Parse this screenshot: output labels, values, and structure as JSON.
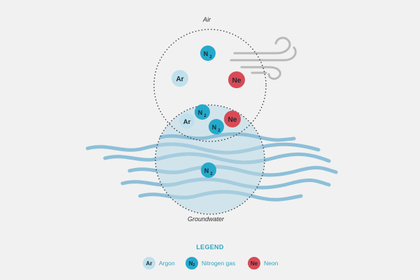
{
  "labels": {
    "air": "Air",
    "groundwater": "Groundwater"
  },
  "molecules": {
    "argon": "Ar",
    "nitrogen": "N",
    "nitrogen_subscript": "2",
    "neon": "Ne"
  },
  "legend": {
    "title": "LEGEND",
    "items": [
      {
        "symbol": "Ar",
        "label": "Argon"
      },
      {
        "symbol": "N",
        "subscript": "2",
        "label": "Nitrogen gas"
      },
      {
        "symbol": "Ne",
        "label": "Neon"
      }
    ]
  },
  "colors": {
    "argon": "#bfe0ec",
    "nitrogen": "#25a9cb",
    "neon": "#d94a55",
    "water": "#8dbfd8",
    "wind": "#b9b9b9"
  }
}
